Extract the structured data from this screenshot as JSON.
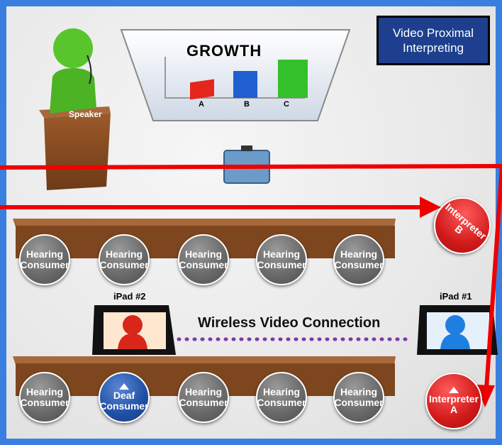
{
  "badge": {
    "line1": "Video Proximal",
    "line2": "Interpreting"
  },
  "slide": {
    "title": "GROWTH",
    "bars": [
      {
        "label": "A",
        "color": "#e4261c"
      },
      {
        "label": "B",
        "color": "#1f5fd1"
      },
      {
        "label": "C",
        "color": "#34c02a"
      }
    ]
  },
  "speaker": {
    "label": "Speaker"
  },
  "rows": {
    "top": [
      {
        "l1": "Hearing",
        "l2": "Consumer"
      },
      {
        "l1": "Hearing",
        "l2": "Consumer"
      },
      {
        "l1": "Hearing",
        "l2": "Consumer"
      },
      {
        "l1": "Hearing",
        "l2": "Consumer"
      },
      {
        "l1": "Hearing",
        "l2": "Consumer"
      }
    ],
    "bottom": [
      {
        "l1": "Hearing",
        "l2": "Consumer"
      },
      {
        "l1": "Deaf",
        "l2": "Consumer"
      },
      {
        "l1": "Hearing",
        "l2": "Consumer"
      },
      {
        "l1": "Hearing",
        "l2": "Consumer"
      },
      {
        "l1": "Hearing",
        "l2": "Consumer"
      }
    ]
  },
  "ipad2": {
    "label": "iPad #2"
  },
  "ipad1": {
    "label": "iPad #1"
  },
  "connection": {
    "label": "Wireless Video Connection"
  },
  "interpreter_b": {
    "l1": "Interpreter",
    "l2": "B"
  },
  "interpreter_a": {
    "l1": "Interpreter",
    "l2": "A"
  }
}
